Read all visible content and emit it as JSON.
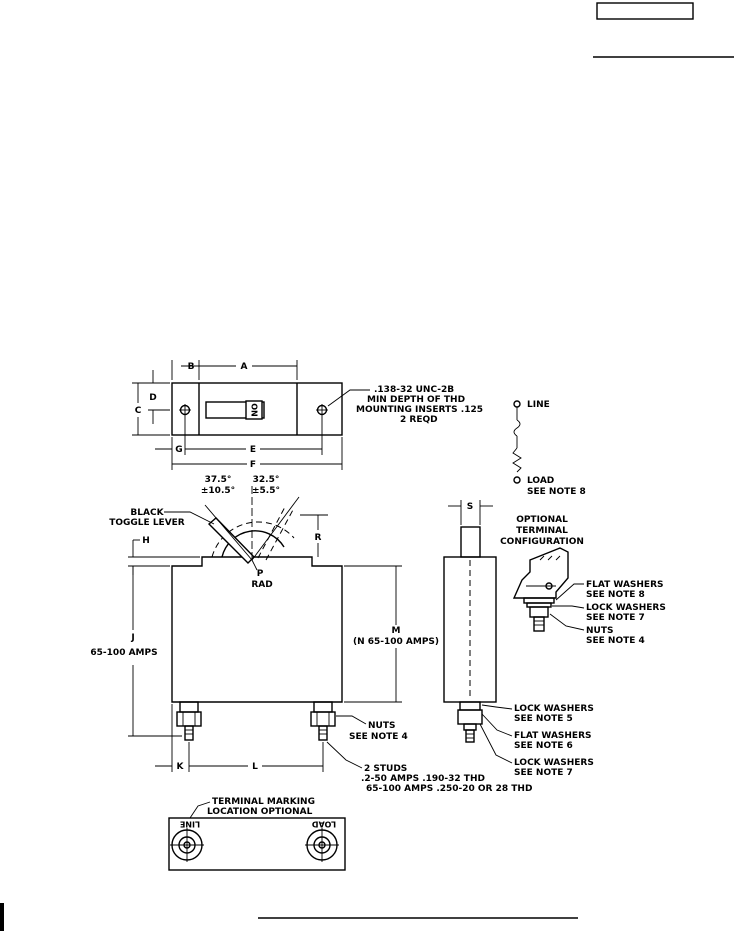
{
  "dims": {
    "A": "A",
    "B": "B",
    "C": "C",
    "D": "D",
    "E": "E",
    "F": "F",
    "G": "G",
    "H": "H",
    "J": "J",
    "K": "K",
    "L": "L",
    "M": "M",
    "R": "R",
    "S": "S",
    "P": "P"
  },
  "toggle": {
    "on_label": "ON"
  },
  "angles": {
    "left": "37.5°",
    "left_tol": "±10.5°",
    "right": "32.5°",
    "right_tol": "±5.5°"
  },
  "notes": {
    "mounting": [
      ".138-32 UNC-2B",
      "MIN DEPTH OF THD",
      "MOUNTING INSERTS .125",
      "2 REQD"
    ],
    "black_toggle": [
      "BLACK",
      "TOGGLE LEVER"
    ],
    "rad": "RAD",
    "j_amps": "65-100 AMPS",
    "m_amps": "(N 65-100 AMPS)",
    "nuts": [
      "NUTS",
      "SEE NOTE 4"
    ],
    "studs": [
      "2 STUDS",
      ".2-50 AMPS .190-32 THD",
      "65-100 AMPS .250-20 OR 28 THD"
    ],
    "terminal_marking": [
      "TERMINAL MARKING",
      "LOCATION OPTIONAL"
    ],
    "line": "LINE",
    "load": [
      "LOAD",
      "SEE NOTE 8"
    ],
    "optional": [
      "OPTIONAL",
      "TERMINAL",
      "CONFIGURATION"
    ],
    "flat_washers_8": [
      "FLAT WASHERS",
      "SEE NOTE 8"
    ],
    "lock_washers_7a": [
      "LOCK WASHERS",
      "SEE NOTE 7"
    ],
    "nuts_side": [
      "NUTS",
      "SEE NOTE 4"
    ],
    "lock_washers_5": [
      "LOCK WASHERS",
      "SEE NOTE 5"
    ],
    "flat_washers_6": [
      "FLAT WASHERS",
      "SEE NOTE 6"
    ],
    "lock_washers_7b": [
      "LOCK WASHERS",
      "SEE NOTE 7"
    ],
    "term_left": "LINE",
    "term_right": "LOAD"
  }
}
